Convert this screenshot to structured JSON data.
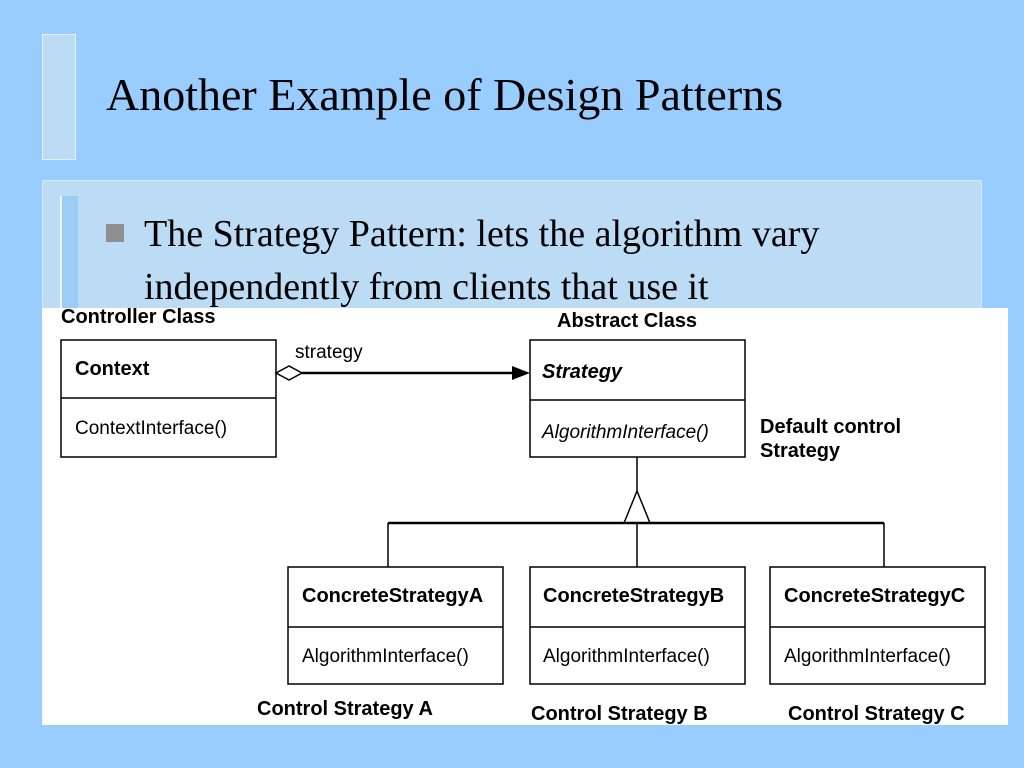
{
  "slide": {
    "title": "Another Example of Design Patterns",
    "bullet": "The Strategy Pattern: lets the algorithm vary independently from clients that use it"
  },
  "diagram": {
    "annotations": {
      "controller_class": "Controller Class",
      "abstract_class": "Abstract Class",
      "default_control_strategy": "Default control Strategy",
      "control_strategy_a": "Control Strategy A",
      "control_strategy_b": "Control Strategy B",
      "control_strategy_c": "Control Strategy C"
    },
    "association_label": "strategy",
    "classes": {
      "context": {
        "name": "Context",
        "operation": "ContextInterface()"
      },
      "strategy": {
        "name": "Strategy",
        "operation": "AlgorithmInterface()",
        "abstract": true
      },
      "concrete_a": {
        "name": "ConcreteStrategyA",
        "operation": "AlgorithmInterface()"
      },
      "concrete_b": {
        "name": "ConcreteStrategyB",
        "operation": "AlgorithmInterface()"
      },
      "concrete_c": {
        "name": "ConcreteStrategyC",
        "operation": "AlgorithmInterface()"
      }
    }
  },
  "colors": {
    "background": "#99ccff",
    "panel": "#bcdcf6",
    "diagram_background": "#ffffff",
    "bullet": "#8f8f8f"
  }
}
